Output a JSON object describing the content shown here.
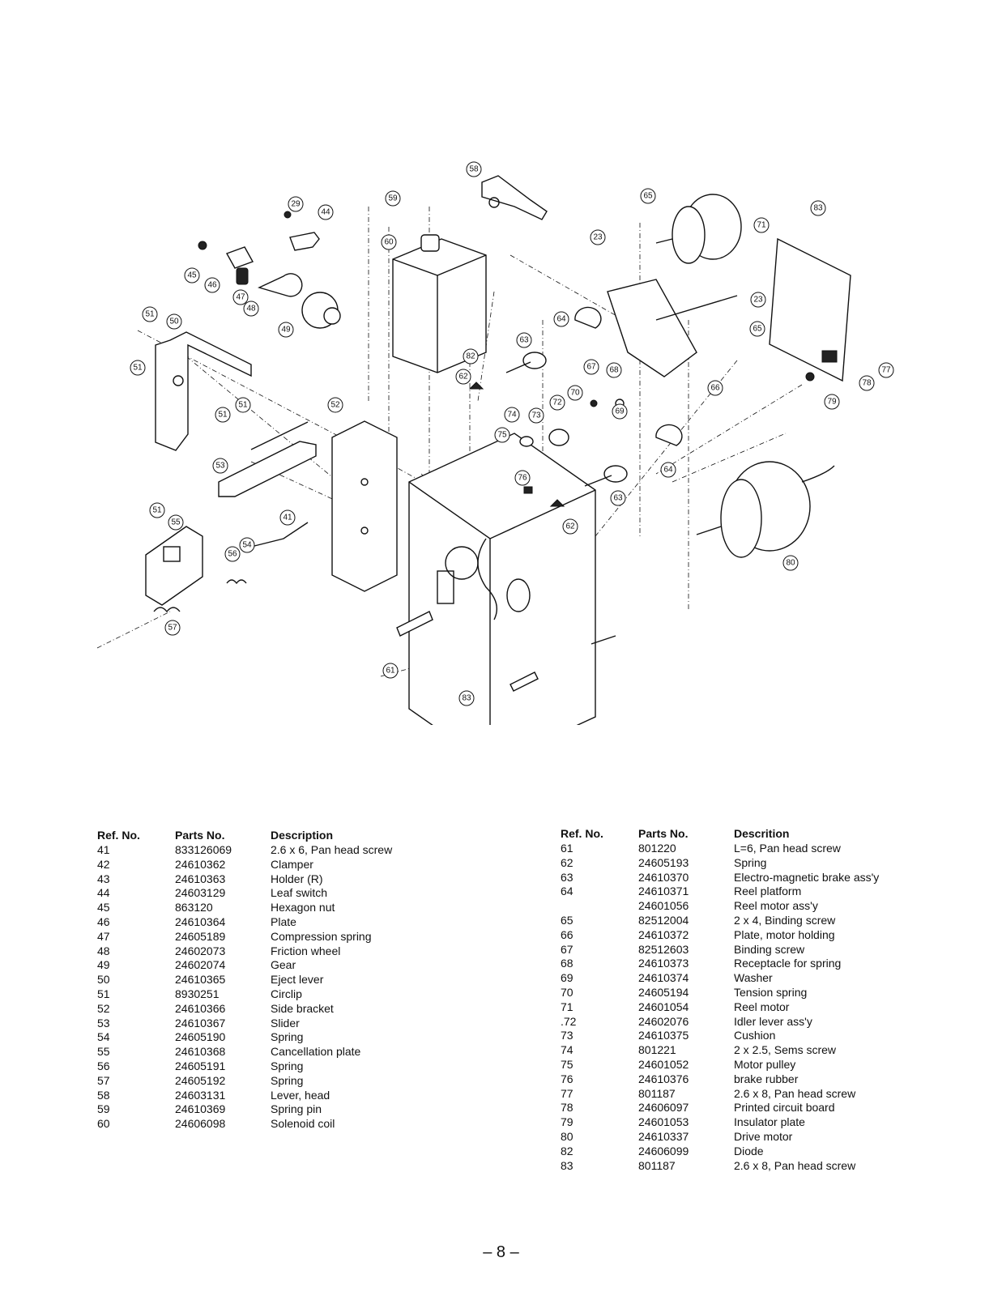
{
  "diagram": {
    "callouts": [
      "29",
      "44",
      "45",
      "46",
      "47",
      "48",
      "49",
      "50",
      "51",
      "51",
      "51",
      "51",
      "52",
      "53",
      "51",
      "55",
      "54",
      "56",
      "57",
      "58",
      "59",
      "60",
      "82",
      "62",
      "63",
      "64",
      "65",
      "71",
      "23",
      "23",
      "65",
      "83",
      "66",
      "67",
      "68",
      "69",
      "70",
      "72",
      "73",
      "74",
      "75",
      "76",
      "62",
      "63",
      "64",
      "80",
      "77",
      "78",
      "79",
      "41",
      "61",
      "83"
    ]
  },
  "left_table": {
    "headers": [
      "Ref. No.",
      "Parts No.",
      "Description"
    ],
    "rows": [
      [
        "41",
        "833126069",
        "2.6 x 6, Pan head screw"
      ],
      [
        "42",
        "24610362",
        "Clamper"
      ],
      [
        "43",
        "24610363",
        "Holder (R)"
      ],
      [
        "44",
        "24603129",
        "Leaf switch"
      ],
      [
        "45",
        "863120",
        "Hexagon nut"
      ],
      [
        "46",
        "24610364",
        "Plate"
      ],
      [
        "47",
        "24605189",
        "Compression spring"
      ],
      [
        "48",
        "24602073",
        "Friction wheel"
      ],
      [
        "49",
        "24602074",
        "Gear"
      ],
      [
        "50",
        "24610365",
        "Eject lever"
      ],
      [
        "51",
        "8930251",
        "Circlip"
      ],
      [
        "52",
        "24610366",
        "Side bracket"
      ],
      [
        "53",
        "24610367",
        "Slider"
      ],
      [
        "54",
        "24605190",
        "Spring"
      ],
      [
        "55",
        "24610368",
        "Cancellation plate"
      ],
      [
        "56",
        "24605191",
        "Spring"
      ],
      [
        "57",
        "24605192",
        "Spring"
      ],
      [
        "58",
        "24603131",
        "Lever, head"
      ],
      [
        "59",
        "24610369",
        "Spring pin"
      ],
      [
        "60",
        "24606098",
        "Solenoid coil"
      ]
    ]
  },
  "right_table": {
    "headers": [
      "Ref. No.",
      "Parts No.",
      "Descrition"
    ],
    "rows": [
      [
        "61",
        "801220",
        "L=6, Pan head screw"
      ],
      [
        "62",
        "24605193",
        "Spring"
      ],
      [
        "63",
        "24610370",
        "Electro-magnetic brake ass'y"
      ],
      [
        "64",
        "24610371",
        "Reel platform"
      ],
      [
        "",
        "24601056",
        "Reel motor ass'y"
      ],
      [
        "65",
        "82512004",
        "2 x 4, Binding screw"
      ],
      [
        "66",
        "24610372",
        "Plate, motor holding"
      ],
      [
        "67",
        "82512603",
        "Binding screw"
      ],
      [
        "68",
        "24610373",
        "Receptacle for spring"
      ],
      [
        "69",
        "24610374",
        "Washer"
      ],
      [
        "70",
        "24605194",
        "Tension spring"
      ],
      [
        "71",
        "24601054",
        "Reel motor"
      ],
      [
        ".72",
        "24602076",
        "Idler lever ass'y"
      ],
      [
        "73",
        "24610375",
        "Cushion"
      ],
      [
        "74",
        "801221",
        "2 x 2.5, Sems screw"
      ],
      [
        "75",
        "24601052",
        "Motor pulley"
      ],
      [
        "76",
        "24610376",
        "brake rubber"
      ],
      [
        "77",
        "801187",
        "2.6 x 8, Pan head screw"
      ],
      [
        "78",
        "24606097",
        "Printed circuit board"
      ],
      [
        "79",
        "24601053",
        "Insulator plate"
      ],
      [
        "80",
        "24610337",
        "Drive motor"
      ],
      [
        "82",
        "24606099",
        "Diode"
      ],
      [
        "83",
        "801187",
        "2.6 x 8, Pan head screw"
      ]
    ]
  },
  "page": {
    "number": "– 8 –"
  }
}
